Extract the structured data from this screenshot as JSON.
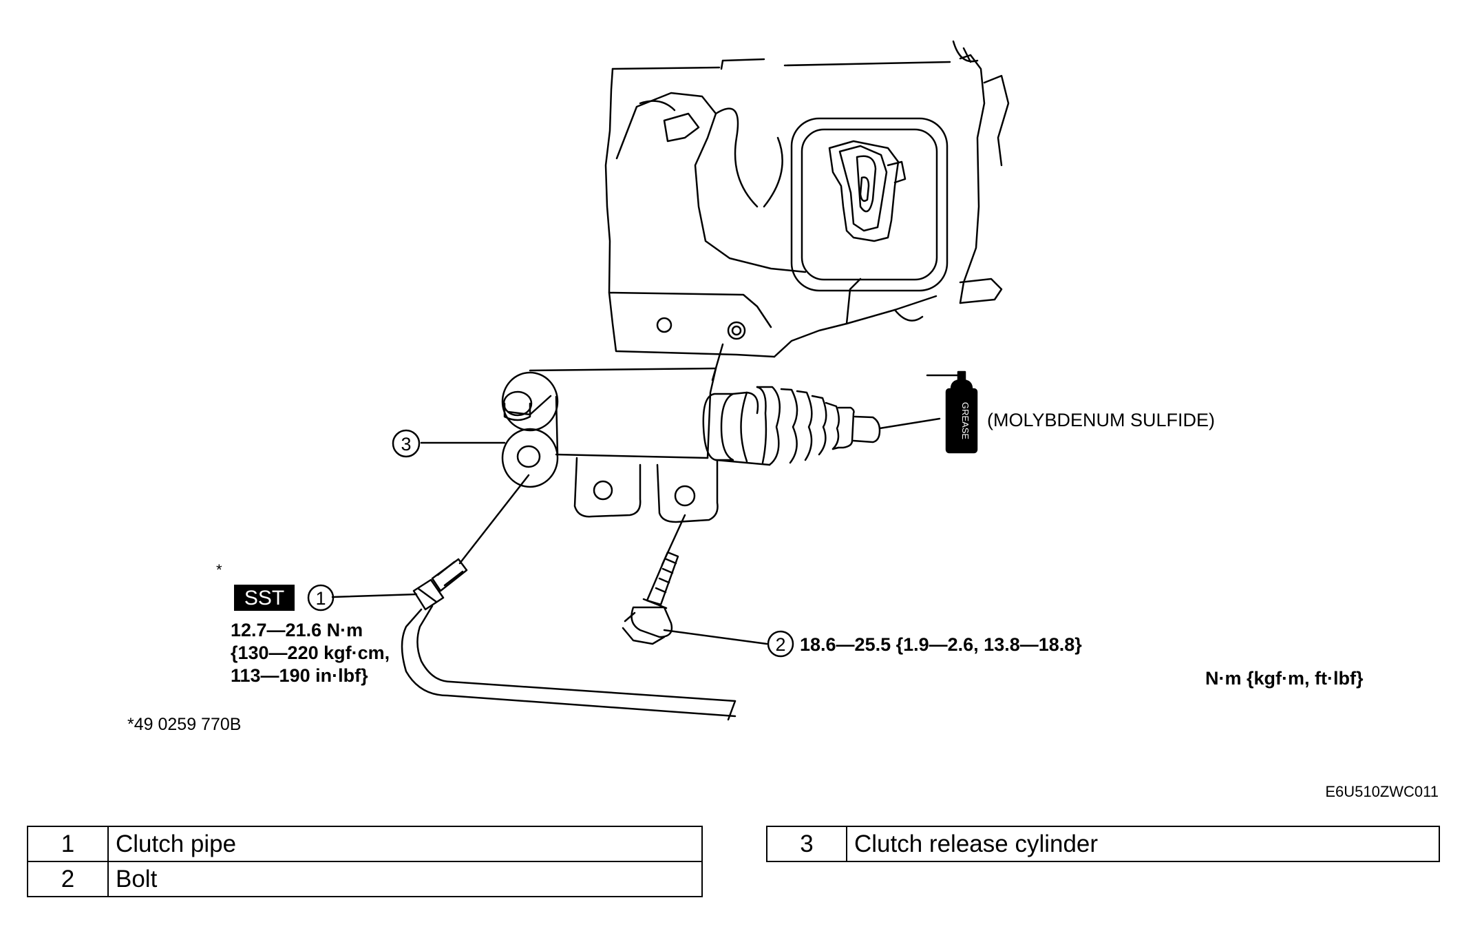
{
  "callouts": {
    "sst_badge": "SST",
    "item1_number": "1",
    "item2_number": "2",
    "item3_number": "3",
    "asterisk": "*",
    "grease_can_label": "GREASE",
    "grease_note": "(MOLYBDENUM SULFIDE)",
    "torque1_line1": "12.7—21.6 N·m",
    "torque1_line2": "{130—220 kgf·cm,",
    "torque1_line3": "113—190 in·lbf}",
    "torque2": "18.6—25.5 {1.9—2.6, 13.8—18.8}",
    "unit_note": "N·m {kgf·m, ft·lbf}",
    "sst_part_number": "*49 0259 770B",
    "figure_code": "E6U510ZWC011"
  },
  "legend": {
    "left_rows": [
      {
        "num": "1",
        "name": "Clutch pipe"
      },
      {
        "num": "2",
        "name": "Bolt"
      }
    ],
    "right_rows": [
      {
        "num": "3",
        "name": "Clutch release cylinder"
      }
    ]
  }
}
